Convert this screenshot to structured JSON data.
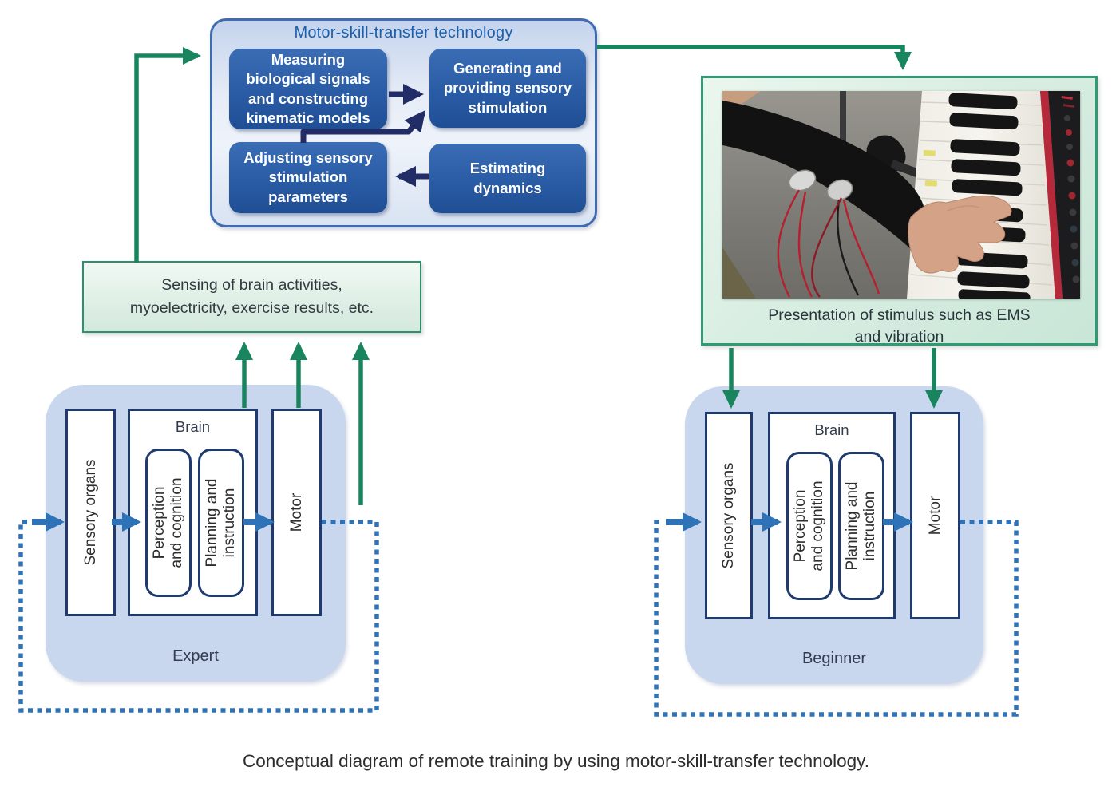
{
  "mst": {
    "title": "Motor-skill-transfer technology",
    "measuring": "Measuring\nbiological signals\nand constructing\nkinematic models",
    "generating": "Generating and\nproviding sensory\nstimulation",
    "adjusting": "Adjusting sensory\nstimulation\nparameters",
    "estimating": "Estimating\ndynamics"
  },
  "sensing": {
    "label": "Sensing of brain activities,\nmyoelectricity, exercise results, etc."
  },
  "stimulus": {
    "caption": "Presentation of stimulus such as EMS\nand vibration"
  },
  "expert": {
    "title": "Expert",
    "sensory": "Sensory organs",
    "brain": "Brain",
    "perception": "Perception\nand cognition",
    "planning": "Planning and\ninstruction",
    "motor": "Motor"
  },
  "beginner": {
    "title": "Beginner",
    "sensory": "Sensory organs",
    "brain": "Brain",
    "perception": "Perception\nand cognition",
    "planning": "Planning and\ninstruction",
    "motor": "Motor"
  },
  "figure_caption": "Conceptual diagram of remote training by using motor-skill-transfer technology.",
  "colors": {
    "green_arrow": "#18855f",
    "green_border": "#2f9b74",
    "navy_arrow": "#222c66",
    "blue_arrow": "#2e73b8",
    "dark_box_blue": "#2a5ca6",
    "container_blue": "#c8d7ee",
    "navy_border": "#1e3a6e",
    "title_blue": "#1b5fad"
  }
}
